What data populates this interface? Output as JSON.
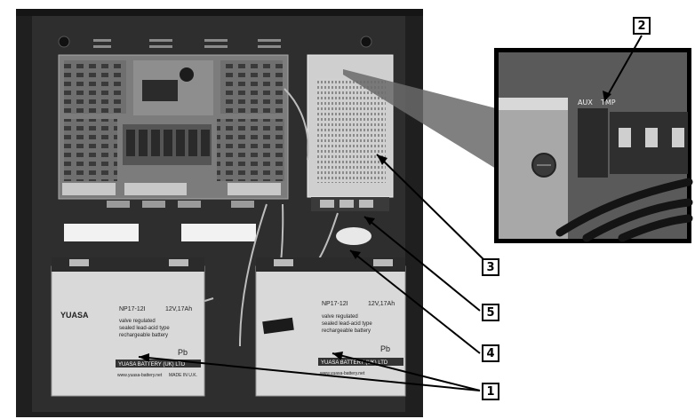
{
  "callouts": [
    {
      "id": "c1",
      "label": "1"
    },
    {
      "id": "c2",
      "label": "2"
    },
    {
      "id": "c3",
      "label": "3"
    },
    {
      "id": "c4",
      "label": "4"
    },
    {
      "id": "c5",
      "label": "5"
    }
  ],
  "battery_left": {
    "brand": "YUASA",
    "model": "NP17-12I",
    "rating": "12V,17Ah",
    "desc_1": "valve regulated",
    "desc_2": "sealed lead-acid type",
    "desc_3": "rechargeable battery",
    "recycle": "Pb",
    "maker": "YUASA BATTERY (UK) LTD",
    "web": "www.yuasa-battery.net",
    "origin": "MADE IN U.K."
  },
  "battery_right": {
    "model": "NP17-12I",
    "rating": "12V,17Ah",
    "desc_1": "valve regulated",
    "desc_2": "sealed lead-acid type",
    "desc_3": "rechargeable battery",
    "recycle": "Pb",
    "maker": "YUASA BATTERY (UK) LTD",
    "web": "www.yuasa-battery.net"
  },
  "zoom_labels": {
    "aux": "AUX",
    "tamper": "TMP"
  },
  "colors": {
    "enclosure": "#2a2a2a",
    "pcb": "#7a7a7a",
    "battery": "#d9d9d9",
    "callout_border": "#000000"
  }
}
